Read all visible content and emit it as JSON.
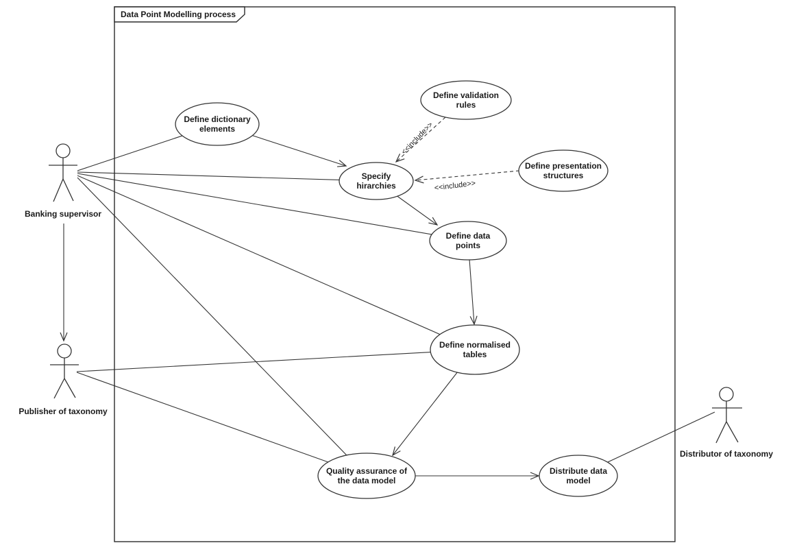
{
  "diagram": {
    "frame_title": "Data Point Modelling process",
    "use_cases": [
      {
        "id": "define-dictionary-elements",
        "label": "Define dictionary elements"
      },
      {
        "id": "define-validation-rules",
        "label": "Define validation rules"
      },
      {
        "id": "specify-hirarchies",
        "label": "Specify hirarchies"
      },
      {
        "id": "define-presentation-structures",
        "label": "Define presentation structures"
      },
      {
        "id": "define-data-points",
        "label": "Define data points"
      },
      {
        "id": "define-normalised-tables",
        "label": "Define normalised tables"
      },
      {
        "id": "quality-assurance",
        "label": "Quality assurance of the data model"
      },
      {
        "id": "distribute-data-model",
        "label": "Distribute data model"
      }
    ],
    "actors": [
      {
        "id": "banking-supervisor",
        "label": "Banking supervisor"
      },
      {
        "id": "publisher-of-taxonomy",
        "label": "Publisher of taxonomy"
      },
      {
        "id": "distributor-of-taxonomy",
        "label": "Distributor of taxonomy"
      }
    ],
    "stereotypes": {
      "include_validation": "<<include>>",
      "include_presentation": "<<include>>"
    },
    "colors": {
      "line": "#333333",
      "background": "#ffffff",
      "text": "#1a1a1a"
    }
  }
}
